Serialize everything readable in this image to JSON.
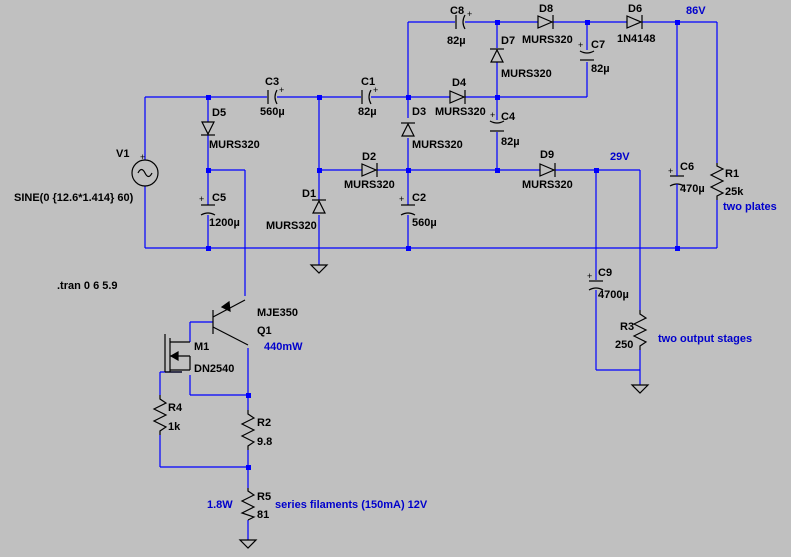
{
  "labels": {
    "c8": "C8",
    "c8v": "82µ",
    "d8": "D8",
    "d8v": "MURS320",
    "d6": "D6",
    "d6v": "1N4148",
    "v86": "86V",
    "d7": "D7",
    "d7v": "MURS320",
    "c7": "C7",
    "c7v": "82µ",
    "c3": "C3",
    "c3v": "560µ",
    "c1": "C1",
    "c1v": "82µ",
    "d4": "D4",
    "d4v": "MURS320",
    "c4": "C4",
    "c4v": "82µ",
    "d5": "D5",
    "d5v": "MURS320",
    "d3": "D3",
    "d3v": "MURS320",
    "v1": "V1",
    "d2": "D2",
    "d2v": "MURS320",
    "d9": "D9",
    "d9v": "MURS320",
    "v29": "29V",
    "c6": "C6",
    "c6v": "470µ",
    "r1": "R1",
    "r1v": "25k",
    "sine": "SINE(0 {12.6*1.414} 60)",
    "c5": "C5",
    "c5v": "1200µ",
    "d1": "D1",
    "d1v": "MURS320",
    "c2": "C2",
    "c2v": "560µ",
    "two_plates": "two plates",
    "tran": ".tran 0 6 5.9",
    "c9": "C9",
    "c9v": "4700µ",
    "q1v": "MJE350",
    "q1": "Q1",
    "q1p": "440mW",
    "m1": "M1",
    "m1v": "DN2540",
    "r3": "R3",
    "r3v": "250",
    "two_output": "two output stages",
    "r4": "R4",
    "r4v": "1k",
    "r2": "R2",
    "r2v": "9.8",
    "p18": "1.8W",
    "r5": "R5",
    "r5v": "81",
    "filaments": "series filaments (150mA) 12V"
  },
  "colors": {
    "wire": "#0000ff",
    "background": "#c0c0c0",
    "component": "#000000",
    "annotation": "#0000cc"
  }
}
